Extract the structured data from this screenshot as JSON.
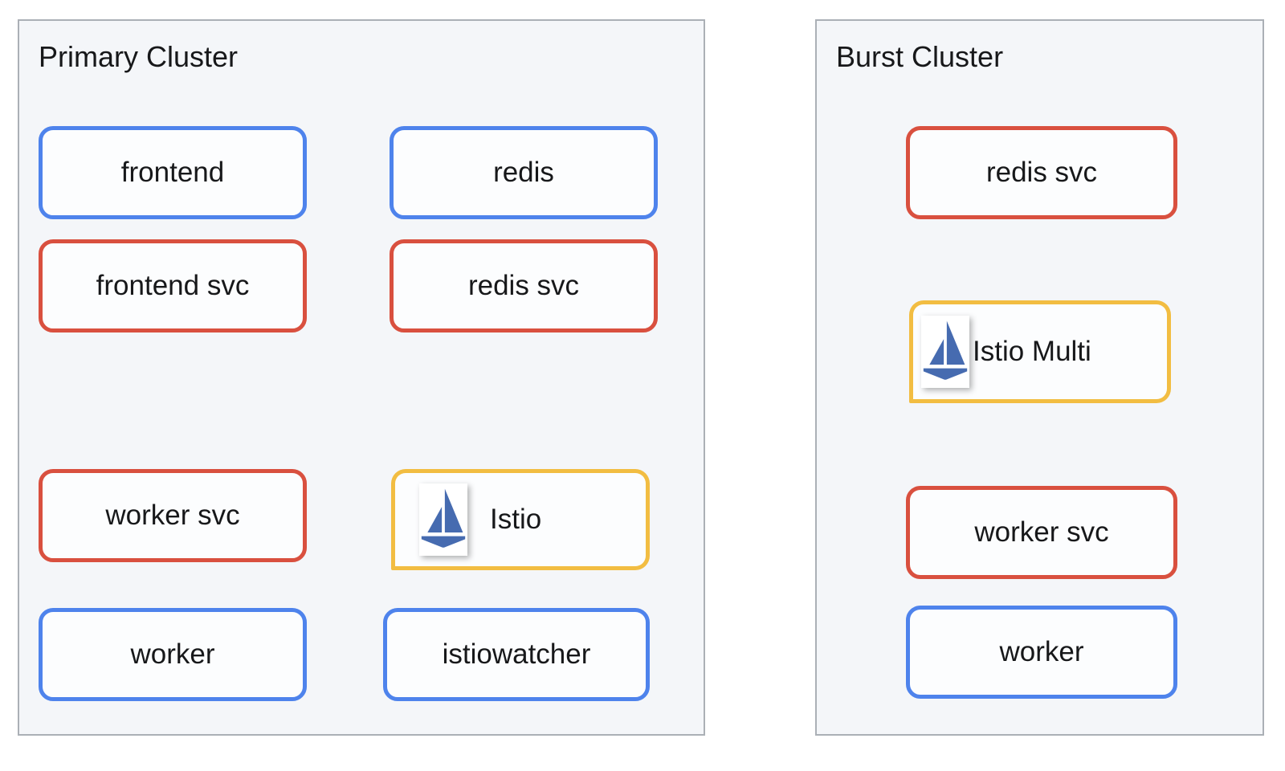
{
  "diagram": {
    "clusters": [
      {
        "title": "Primary Cluster",
        "nodes": [
          {
            "label": "frontend",
            "kind": "deployment"
          },
          {
            "label": "redis",
            "kind": "deployment"
          },
          {
            "label": "frontend svc",
            "kind": "service"
          },
          {
            "label": "redis svc",
            "kind": "service"
          },
          {
            "label": "worker svc",
            "kind": "service"
          },
          {
            "label": "Istio",
            "kind": "istio",
            "icon": "istio-sailboat-logo"
          },
          {
            "label": "worker",
            "kind": "deployment"
          },
          {
            "label": "istiowatcher",
            "kind": "deployment"
          }
        ]
      },
      {
        "title": "Burst Cluster",
        "nodes": [
          {
            "label": "redis svc",
            "kind": "service"
          },
          {
            "label": "Istio Multi",
            "kind": "istio",
            "icon": "istio-sailboat-logo"
          },
          {
            "label": "worker svc",
            "kind": "service"
          },
          {
            "label": "worker",
            "kind": "deployment"
          }
        ]
      }
    ]
  },
  "colors": {
    "deployment-border": "#4E83EC",
    "service-border": "#D9503F",
    "istio-border": "#F2BD42",
    "istio-logo": "#466BB0",
    "cluster-bg": "#F4F6F9",
    "cluster-border": "#ABB0B6",
    "node-bg": "#FCFDFE",
    "text": "#17181A",
    "page-bg": "#FFFFFF"
  }
}
